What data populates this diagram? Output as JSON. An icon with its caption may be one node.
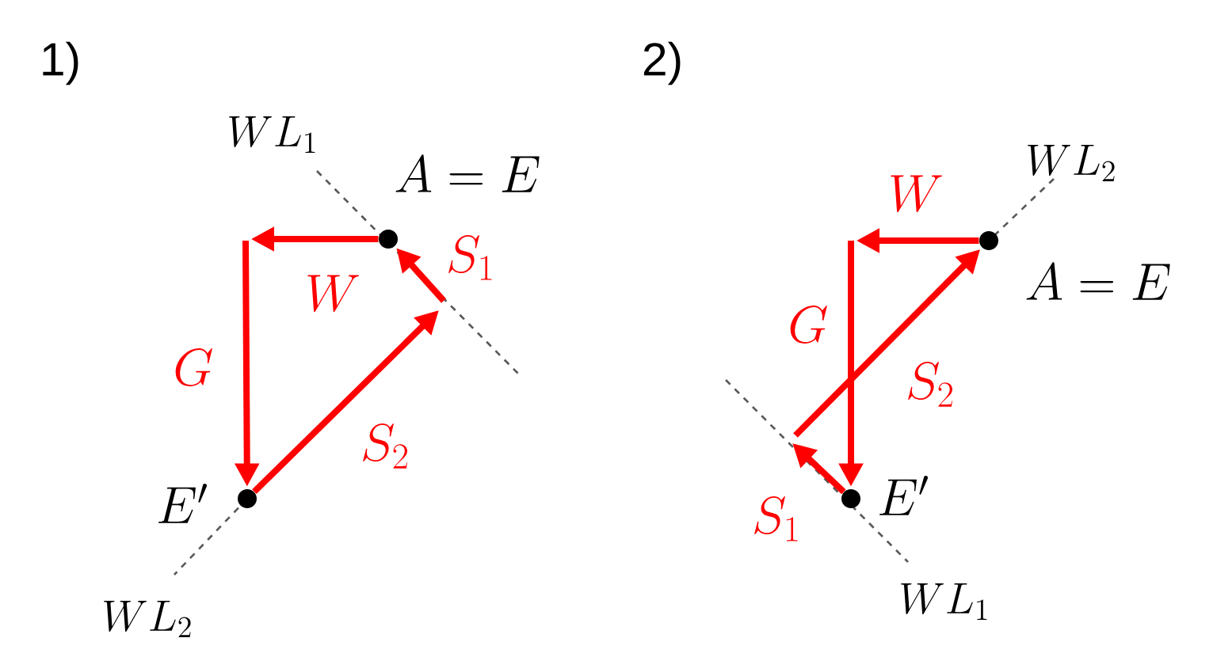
{
  "diagram": {
    "nodes": [
      {
        "text": [],
        "shape": "circle",
        "beside": [
          "A = E"
        ]
      },
      {
        "text": [],
        "shape": "circle",
        "beside": [
          "E'"
        ]
      },
      {
        "text": [],
        "shape": "circle",
        "beside": [
          "A = E"
        ]
      },
      {
        "text": [],
        "shape": "circle",
        "beside": [
          "E'"
        ]
      }
    ],
    "edges": [
      {
        "from": 0,
        "to": null,
        "arrow": "to",
        "label": "W"
      },
      {
        "from": null,
        "to": 1,
        "arrow": "to",
        "label": "G"
      },
      {
        "from": 1,
        "to": null,
        "arrow": "to",
        "label": "S_2"
      },
      {
        "from": null,
        "to": 0,
        "arrow": "to",
        "label": "S_1"
      },
      {
        "from": 2,
        "to": null,
        "arrow": "to",
        "label": "W"
      },
      {
        "from": null,
        "to": 3,
        "arrow": "to",
        "label": "G"
      },
      {
        "from": null,
        "to": 2,
        "arrow": "to",
        "label": "S_2"
      },
      {
        "from": 3,
        "to": null,
        "arrow": "to",
        "label": "S_1"
      }
    ],
    "labels": [
      "1)",
      "WL_1",
      "WL_2",
      "2)",
      "WL_2",
      "WL_1"
    ]
  }
}
